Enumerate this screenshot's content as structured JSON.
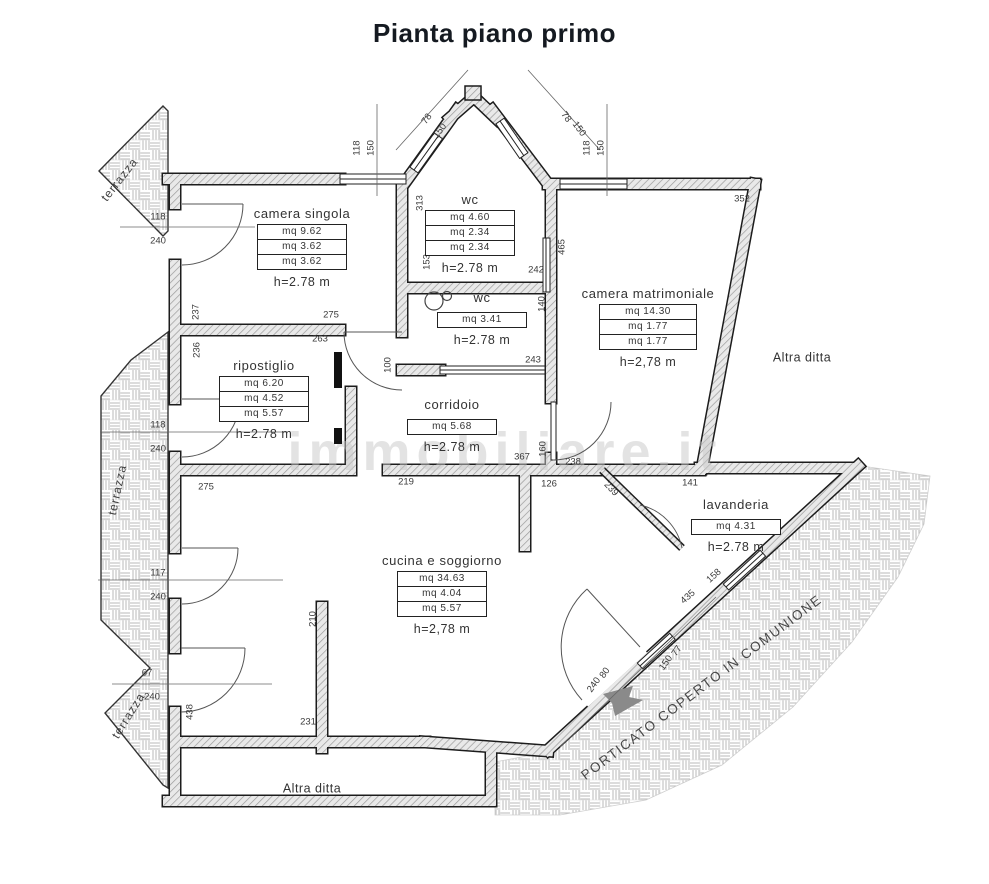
{
  "title": "Pianta piano primo",
  "watermark": "immobiliare.it",
  "rooms": [
    {
      "name": "camera singola",
      "areas": [
        "mq  9.62",
        "mq 3.62",
        "mq  3.62"
      ],
      "height": "h=2.78 m"
    },
    {
      "name": "wc",
      "areas": [
        "mq  4.60",
        "mq 2.34",
        "mq  2.34"
      ],
      "height": "h=2.78 m"
    },
    {
      "name": "wc",
      "areas": [
        "mq  3.41"
      ],
      "height": "h=2.78 m"
    },
    {
      "name": "camera matrimoniale",
      "areas": [
        "mq  14.30",
        "mq   1.77",
        "mq   1.77"
      ],
      "height": "h=2,78 m"
    },
    {
      "name": "ripostiglio",
      "areas": [
        "mq  6.20",
        "mq 4.52",
        "mq  5.57"
      ],
      "height": "h=2.78 m"
    },
    {
      "name": "corridoio",
      "areas": [
        "mq  5.68"
      ],
      "height": "h=2.78 m"
    },
    {
      "name": "cucina e soggiorno",
      "areas": [
        "mq  34.63",
        "mq 4.04",
        "mq  5.57"
      ],
      "height": "h=2,78 m"
    },
    {
      "name": "lavanderia",
      "areas": [
        "mq  4.31"
      ],
      "height": "h=2.78 m"
    }
  ],
  "labels": {
    "terrazza_top": "terrazza",
    "terrazza_mid": "terrazza",
    "terrazza_bottom": "terrazza",
    "altra_ditta_right": "Altra ditta",
    "altra_ditta_bottom": "Altra ditta",
    "porticato": "PORTICATO COPERTO IN COMUNIONE"
  },
  "dims": [
    "118",
    "150",
    "78",
    "150",
    "78",
    "150",
    "118",
    "150",
    "352",
    "313",
    "465",
    "242",
    "140",
    "243",
    "153",
    "275",
    "263",
    "237",
    "236",
    "100",
    "118",
    "240",
    "118",
    "240",
    "117",
    "240",
    "67",
    "240",
    "275",
    "438",
    "210",
    "231",
    "367",
    "160",
    "238",
    "219",
    "126",
    "141",
    "239",
    "435",
    "158",
    "77",
    "150",
    "80",
    "240"
  ]
}
